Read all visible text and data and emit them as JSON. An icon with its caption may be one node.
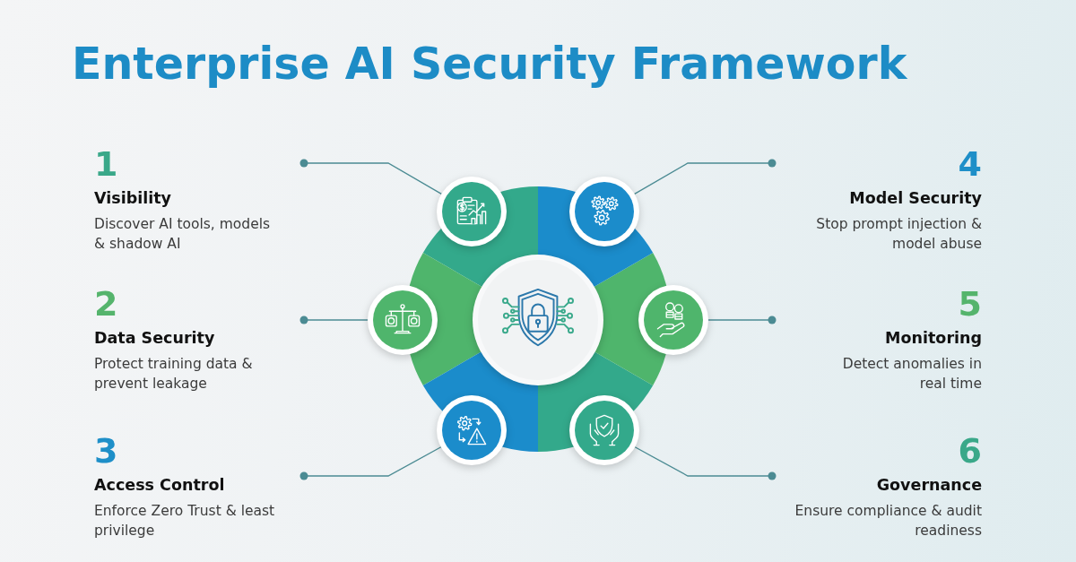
{
  "diagram": {
    "title": "Enterprise AI Security Framework",
    "nodes": [
      {
        "text": [
          "1",
          "Visibility",
          "Discover AI tools, models & shadow AI"
        ]
      },
      {
        "text": [
          "2",
          "Data Security",
          "Protect training data & prevent leakage"
        ]
      },
      {
        "text": [
          "3",
          "Access Control",
          "Enforce Zero Trust & least privilege"
        ]
      },
      {
        "text": [
          "4",
          "Model Security",
          "Stop prompt injection & model abuse"
        ]
      },
      {
        "text": [
          "5",
          "Monitoring",
          "Detect anomalies in real time"
        ]
      },
      {
        "text": [
          "6",
          "Governance",
          "Ensure compliance & audit readiness"
        ]
      },
      {
        "text": [],
        "shape": "circle"
      },
      {
        "text": [],
        "shape": "circle"
      },
      {
        "text": [],
        "shape": "circle"
      },
      {
        "text": [],
        "shape": "circle"
      },
      {
        "text": [],
        "shape": "circle"
      },
      {
        "text": [],
        "shape": "circle"
      },
      {
        "text": [],
        "shape": "circle"
      }
    ],
    "edges": [
      {
        "from": 0,
        "to": 6,
        "arrow": "other"
      },
      {
        "from": 1,
        "to": 7,
        "arrow": "other"
      },
      {
        "from": 2,
        "to": 8,
        "arrow": "other"
      },
      {
        "from": 3,
        "to": 9,
        "arrow": "other"
      },
      {
        "from": 4,
        "to": 10,
        "arrow": "other"
      },
      {
        "from": 5,
        "to": 11,
        "arrow": "other"
      }
    ]
  }
}
